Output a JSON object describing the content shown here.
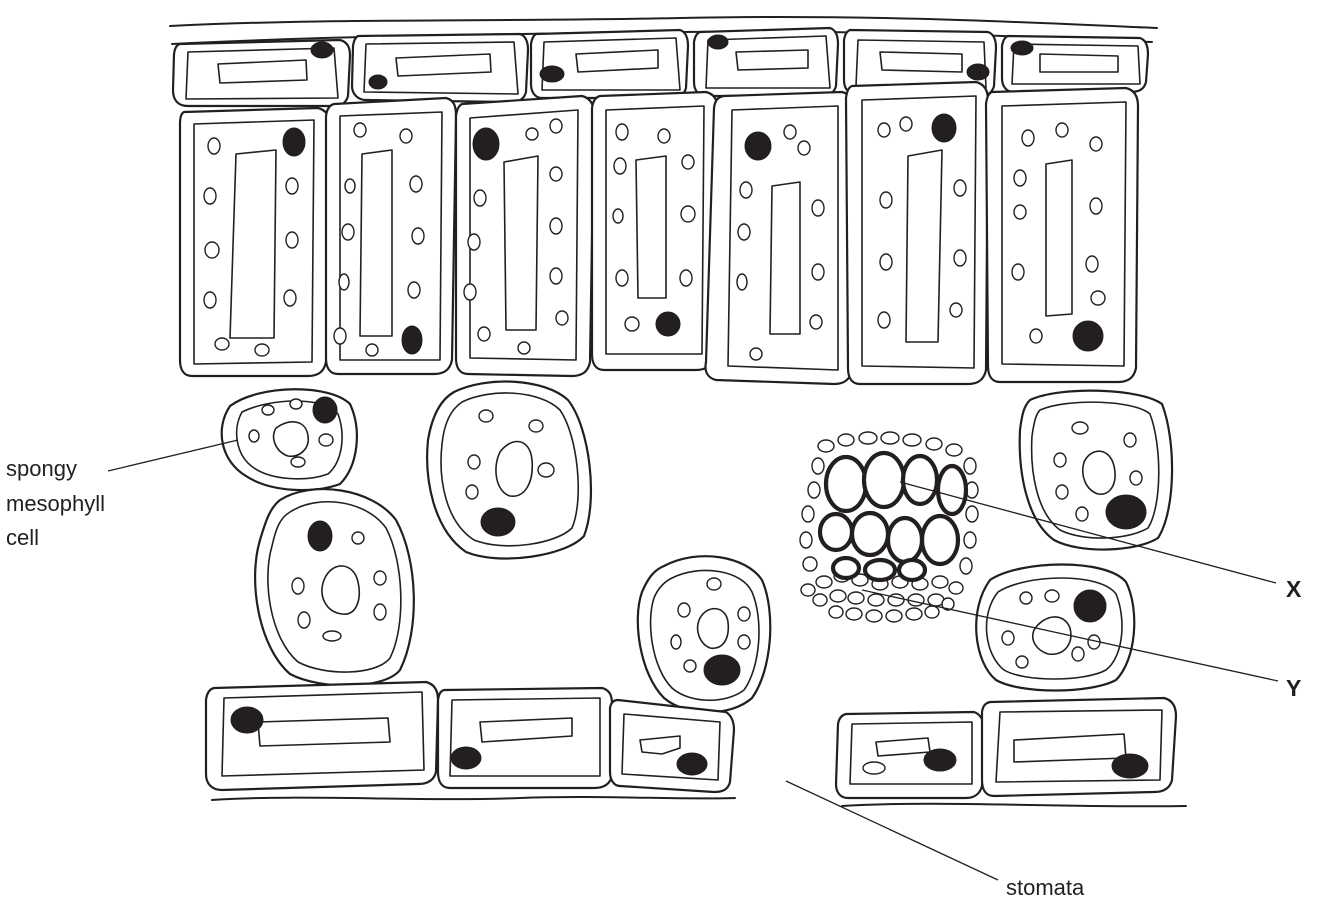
{
  "labels": {
    "spongy_line1": "spongy",
    "spongy_line2": "mesophyll",
    "spongy_line3": "cell",
    "x": "X",
    "y": "Y",
    "stomata": "stomata"
  }
}
